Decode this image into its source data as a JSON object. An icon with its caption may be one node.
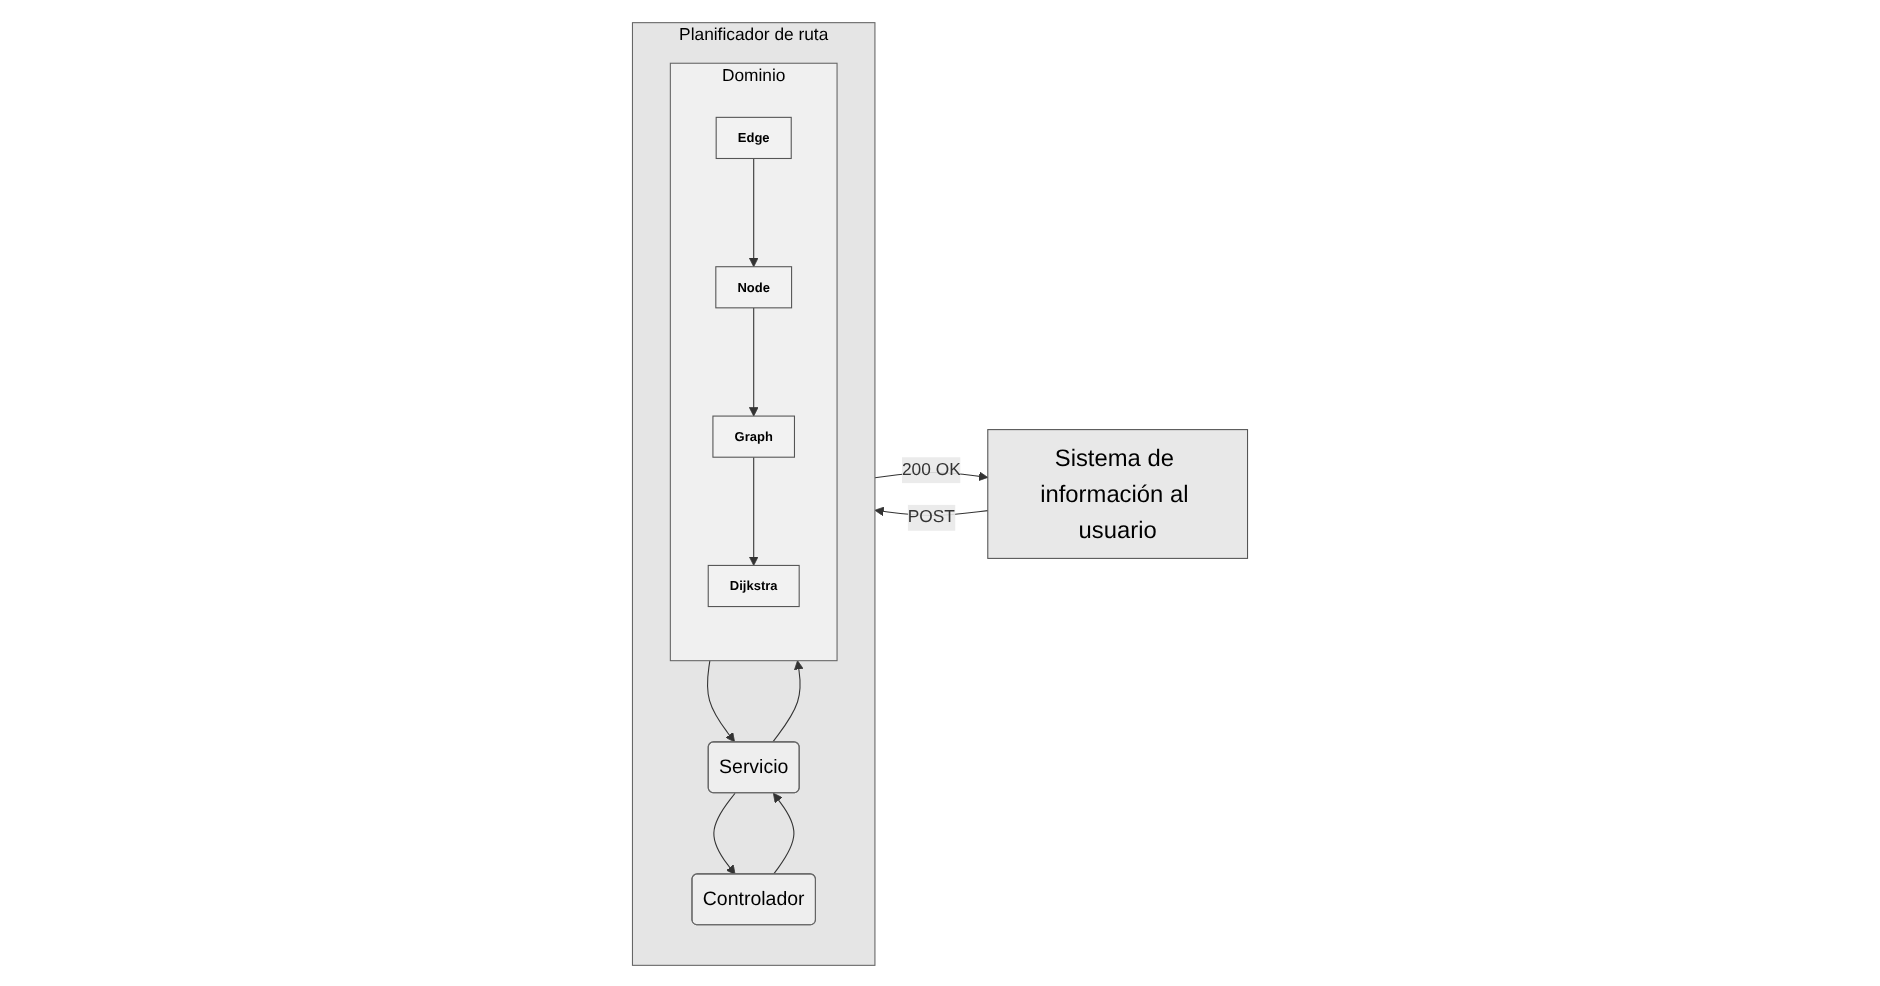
{
  "diagram": {
    "nodes": [
      {
        "text": [
          "Sistema de información al usuario"
        ]
      },
      {
        "text": [
          "Planificador de ruta"
        ]
      },
      {
        "text": [
          "Controlador"
        ],
        "in": 1
      },
      {
        "text": [
          "Servicio"
        ],
        "in": 1
      },
      {
        "text": [
          "Dominio"
        ],
        "in": 1
      },
      {
        "text": [
          "Dijkstra"
        ],
        "in": 4
      },
      {
        "text": [
          "Graph"
        ],
        "in": 4
      },
      {
        "text": [
          "Node"
        ],
        "in": 4
      },
      {
        "text": [
          "Edge"
        ],
        "in": 4
      }
    ],
    "edges": [
      {
        "from": 0,
        "to": 1,
        "arrow": "to",
        "label": "POST"
      },
      {
        "from": 1,
        "to": 0,
        "arrow": "to",
        "label": "200 OK"
      },
      {
        "from": 2,
        "to": 3,
        "arrow": "to"
      },
      {
        "from": 3,
        "to": 2,
        "arrow": "to"
      },
      {
        "from": 3,
        "to": 4,
        "arrow": "to"
      },
      {
        "from": 4,
        "to": 3,
        "arrow": "to"
      },
      {
        "from": 6,
        "to": 5,
        "arrow": "to"
      },
      {
        "from": 7,
        "to": 6,
        "arrow": "to"
      },
      {
        "from": 8,
        "to": 7,
        "arrow": "to"
      }
    ]
  }
}
